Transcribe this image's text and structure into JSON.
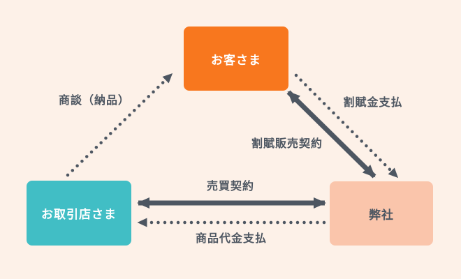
{
  "diagram": {
    "background_color": "#fdf1e8",
    "line_and_text_color": "#4d5661",
    "nodes": {
      "customer": {
        "label": "お客さま",
        "bg": "#f8771e",
        "text_color": "#ffffff"
      },
      "dealer": {
        "label": "お取引店さま",
        "bg": "#41bec5",
        "text_color": "#ffffff"
      },
      "company": {
        "label": "弊社",
        "bg": "#fac5ab",
        "text_color": "#4d5661"
      }
    },
    "edges": {
      "negotiation": {
        "label": "商談（納品）",
        "from": "dealer",
        "to": "customer",
        "style": "dotted",
        "arrowheads": "to"
      },
      "installment_payment": {
        "label": "割賦金支払",
        "from": "customer",
        "to": "company",
        "style": "dotted",
        "arrowheads": "to"
      },
      "installment_sales_contract": {
        "label": "割賦販売契約",
        "from": "customer",
        "to": "company",
        "style": "solid",
        "arrowheads": "both"
      },
      "sales_contract": {
        "label": "売買契約",
        "from": "dealer",
        "to": "company",
        "style": "solid",
        "arrowheads": "both"
      },
      "goods_payment": {
        "label": "商品代金支払",
        "from": "company",
        "to": "dealer",
        "style": "dotted",
        "arrowheads": "to"
      }
    }
  }
}
